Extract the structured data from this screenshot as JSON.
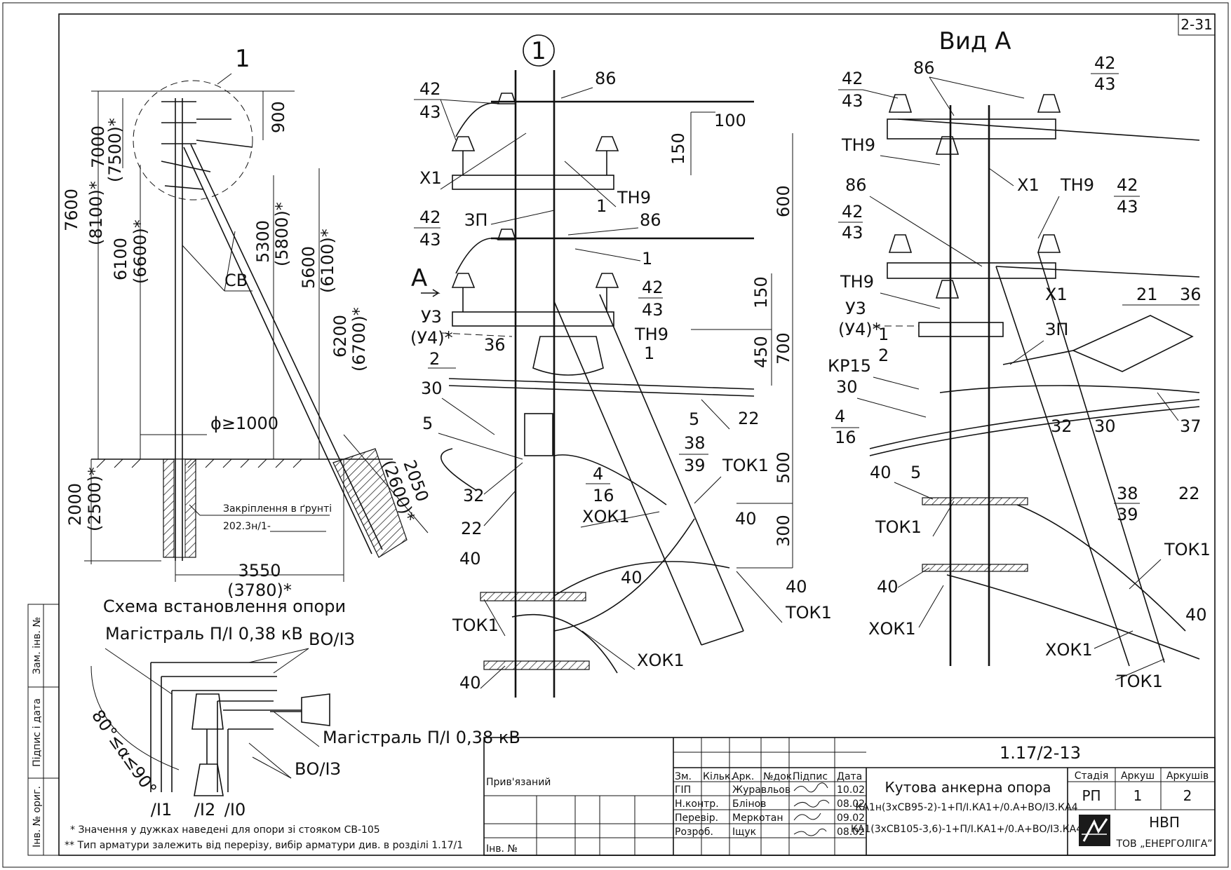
{
  "sheet": {
    "number": "2-31"
  },
  "views": {
    "view1_mark": "1",
    "view1_mark2": "1",
    "view_a_title": "Вид А",
    "direction_a": "А"
  },
  "scheme": {
    "title": "Схема встановлення опори",
    "dims": {
      "d7600": "7600",
      "d8100": "(8100)*",
      "d7000": "7000",
      "d7500": "(7500)*",
      "d900": "900",
      "d6100": "6100",
      "d6600": "(6600)*",
      "d5300": "5300",
      "d5800": "(5800)*",
      "d5600": "5600",
      "d6100b": "(6100)*",
      "d6200": "6200",
      "d6700": "(6700)*",
      "phi": "ϕ≥1000",
      "d2000": "2000",
      "d2500": "(2500)*",
      "d2050": "2050",
      "d2600": "(2600)*",
      "d3550": "3550",
      "d3780": "(3780)*"
    },
    "labels": {
      "sv": "СВ",
      "fix": "Закріплення в ґрунті",
      "fix_ref": "202.3н/1-"
    }
  },
  "plan": {
    "mag1": "Магістраль П/І 0,38 кВ",
    "mag2": "Магістраль П/І 0,38 кВ",
    "vo1": "ВО/ІЗ",
    "vo2": "ВО/ІЗ",
    "angle": "80°≤α≤90°",
    "l1": "/І1",
    "l2": "/І2",
    "l0": "/І0"
  },
  "notes": {
    "n1": "* Значення у дужках наведені для опори зі стояком СВ-105",
    "n2": "** Тип арматури залежить від перерізу, вибір арматури див. в розділі 1.17/1"
  },
  "callouts1": {
    "c42a": "42",
    "c43a": "43",
    "c86a": "86",
    "c100": "100",
    "c150a": "150",
    "cx1": "Х1",
    "c42b": "42",
    "c43b": "43",
    "c3p": "ЗП",
    "ctn9a": "ТН9",
    "c86b": "86",
    "c1a": "1",
    "c1b": "1",
    "c1c": "1",
    "c600": "600",
    "c42c": "42",
    "c43c": "43",
    "c150b": "150",
    "ctn9b": "ТН9",
    "cu3": "У3",
    "cu4": "(У4)*",
    "c36": "36",
    "c2": "2",
    "c30": "30",
    "c5a": "5",
    "c5b": "5",
    "c450": "450",
    "c700": "700",
    "c22a": "22",
    "c38": "38",
    "c39": "39",
    "ctok1a": "ТОК1",
    "c4": "4",
    "c16": "16",
    "c32": "32",
    "c22b": "22",
    "c500": "500",
    "cxok1a": "ХОК1",
    "c40a": "40",
    "c40b": "40",
    "c40c": "40",
    "c300": "300",
    "c40d": "40",
    "ctok1b": "ТОК1",
    "ctok1c": "ТОК1",
    "cxok1b": "ХОК1",
    "c40e": "40"
  },
  "callouts_a": {
    "a42a": "42",
    "a43a": "43",
    "a86a": "86",
    "a42b": "42",
    "a43b": "43",
    "atn9a": "ТН9",
    "ax1a": "Х1",
    "atn9b": "ТН9",
    "a42c": "42",
    "a43c": "43",
    "a86b": "86",
    "a42d": "42",
    "a43d": "43",
    "atn9c": "ТН9",
    "ax1b": "Х1",
    "au3": "У3",
    "au4": "(У4)*",
    "a1": "1",
    "a3p": "ЗП",
    "a21": "21",
    "a36": "36",
    "a2": "2",
    "akr15": "КР15",
    "a30a": "30",
    "a4": "4",
    "a16": "16",
    "a32": "32",
    "a30b": "30",
    "a37": "37",
    "a40a": "40",
    "a5": "5",
    "a38": "38",
    "a39": "39",
    "a22": "22",
    "atok1a": "ТОК1",
    "atok1b": "ТОК1",
    "a40b": "40",
    "a40c": "40",
    "axok1a": "ХОК1",
    "axok1b": "ХОК1",
    "atok1c": "ТОК1"
  },
  "side": {
    "zam": "Зам. інв. №",
    "pidpys": "Підпис і дата",
    "orig": "Інв. № ориг."
  },
  "stamp": {
    "doc_code": "1.17/2-13",
    "bound": "Прив'язаний",
    "inv": "Інв. №",
    "hdr": [
      "Зм.",
      "Кільк.",
      "Арк.",
      "№док.",
      "Підпис",
      "Дата"
    ],
    "rows": [
      {
        "role": "ГІП",
        "name": "Журавльов",
        "date": "10.02"
      },
      {
        "role": "Н.контр.",
        "name": "Блінов",
        "date": "08.02"
      },
      {
        "role": "Перевір.",
        "name": "Меркотан",
        "date": "09.02"
      },
      {
        "role": "Розроб.",
        "name": "Іщук",
        "date": "08.02"
      }
    ],
    "title1": "Кутова анкерна опора",
    "title2": "КА1н(3хСВ95-2)-1+П/І.КА1+/0.А+ВО/ІЗ.КА4",
    "title3": "КА1(3хСВ105-3,6)-1+П/І.КА1+/0.А+ВО/ІЗ.КА4",
    "stage_h": "Стадія",
    "sheet_h": "Аркуш",
    "sheets_h": "Аркушів",
    "stage": "РП",
    "sheet": "1",
    "sheets": "2",
    "org1": "НВП",
    "org2": "ТОВ „ЕНЕРГОЛІГА”"
  }
}
